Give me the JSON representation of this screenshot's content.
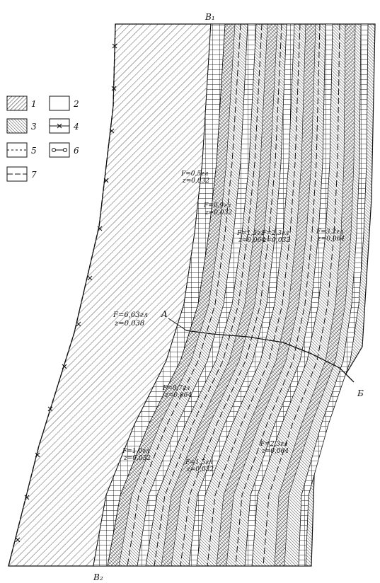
{
  "legend": {
    "items": [
      {
        "num": "1",
        "pattern": "dense-hatch-icon"
      },
      {
        "num": "2",
        "pattern": "blank-icon"
      },
      {
        "num": "3",
        "pattern": "fine-hatch-icon"
      },
      {
        "num": "4",
        "pattern": "cross-line-icon"
      },
      {
        "num": "5",
        "pattern": "short-dash-icon"
      },
      {
        "num": "6",
        "pattern": "circle-line-icon"
      },
      {
        "num": "7",
        "pattern": "long-dash-icon"
      }
    ]
  },
  "points": {
    "v1": "B₁",
    "v2": "B₂",
    "a": "A",
    "b": "Б"
  },
  "plots": [
    {
      "f": "F=0,5гл",
      "z": "z=0,032"
    },
    {
      "f": "F=0,9гл",
      "z": "z=0,032"
    },
    {
      "f": "F=1,5гл",
      "z": "z=0,064"
    },
    {
      "f": "F=2,3гл",
      "z": "z=0,032"
    },
    {
      "f": "F=3,2гл",
      "z": "z=0,064"
    },
    {
      "f": "F=6,63гл",
      "z": "z=0,038"
    },
    {
      "f": "F=0,7гл",
      "z": "z=0,064"
    },
    {
      "f": "F=1,0гл",
      "z": "z=0,032"
    },
    {
      "f": "F=1,5гл",
      "z": "z=0,032"
    },
    {
      "f": "F=2,3гл",
      "z": "z=0,064"
    }
  ]
}
